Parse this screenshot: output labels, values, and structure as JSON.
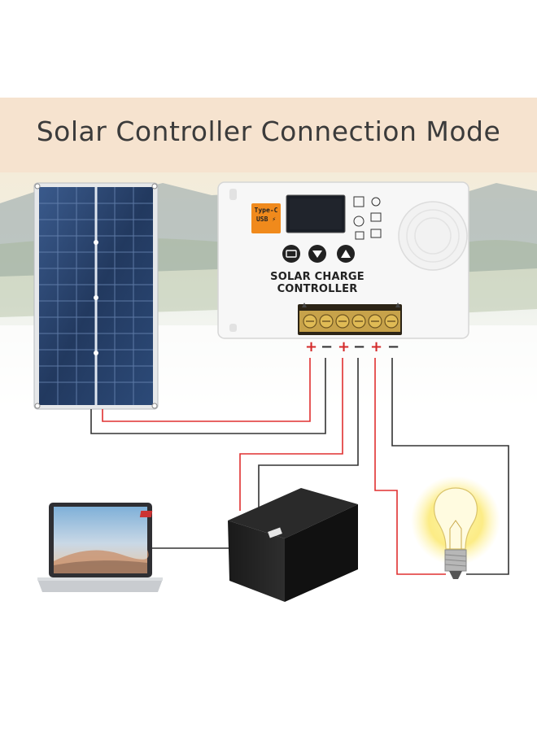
{
  "title": "Solar Controller Connection Mode",
  "controller": {
    "label": "SOLAR CHARGE CONTROLLER",
    "badge_line1": "Type-C",
    "badge_line2": "USB ⚡"
  },
  "terminals": [
    "+",
    "−",
    "+",
    "−",
    "+",
    "−"
  ],
  "colors": {
    "banner": "#f6e3cf",
    "positive_wire": "#e03030",
    "negative_wire": "#333333",
    "controller_accent": "#f08a1c"
  },
  "components": [
    "solar-panel",
    "solar-charge-controller",
    "battery",
    "laptop",
    "light-bulb"
  ]
}
